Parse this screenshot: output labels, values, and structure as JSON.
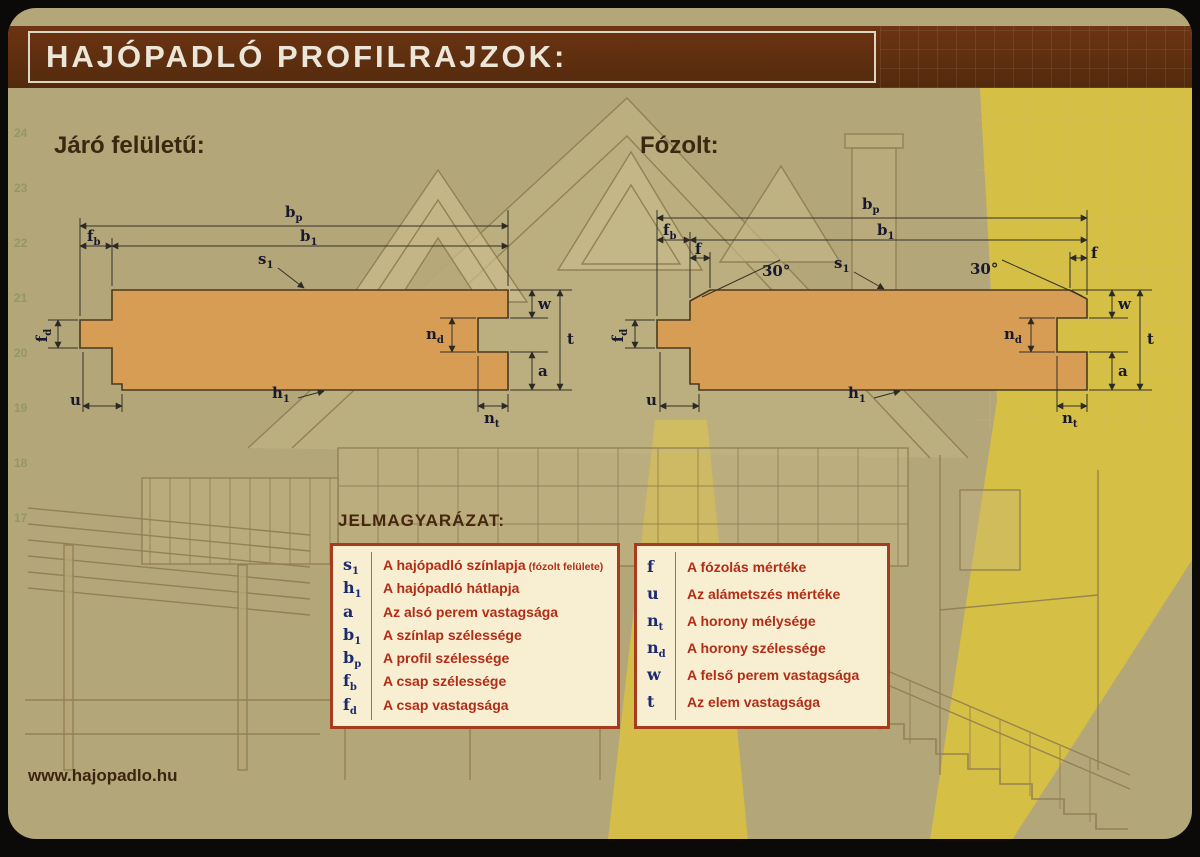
{
  "page": {
    "title": "HAJÓPADLÓ PROFILRAJZOK:"
  },
  "sections": {
    "left_label": "Járó felületű:",
    "right_label": "Fózolt:"
  },
  "diagram": {
    "labels": {
      "bp": {
        "base": "b",
        "sub": "p"
      },
      "b1": {
        "base": "b",
        "sub": "1"
      },
      "fb": {
        "base": "f",
        "sub": "b"
      },
      "fd": {
        "base": "f",
        "sub": "d"
      },
      "s1": {
        "base": "s",
        "sub": "1"
      },
      "h1": {
        "base": "h",
        "sub": "1"
      },
      "nd": {
        "base": "n",
        "sub": "d"
      },
      "nt": {
        "base": "n",
        "sub": "t"
      },
      "u": {
        "base": "u",
        "sub": ""
      },
      "w": {
        "base": "w",
        "sub": ""
      },
      "a": {
        "base": "a",
        "sub": ""
      },
      "t": {
        "base": "t",
        "sub": ""
      },
      "f": {
        "base": "f",
        "sub": ""
      },
      "angle": "30°"
    }
  },
  "legend": {
    "heading": "JELMAGYARÁZAT:",
    "left": [
      {
        "sym": "s",
        "sub": "1",
        "desc": "A hajópadló színlapja",
        "note": "(fózolt felülete)"
      },
      {
        "sym": "h",
        "sub": "1",
        "desc": "A hajópadló hátlapja"
      },
      {
        "sym": "a",
        "sub": "",
        "desc": "Az alsó perem vastagsága"
      },
      {
        "sym": "b",
        "sub": "1",
        "desc": "A színlap szélessége"
      },
      {
        "sym": "b",
        "sub": "p",
        "desc": "A profil szélessége"
      },
      {
        "sym": "f",
        "sub": "b",
        "desc": "A csap szélessége"
      },
      {
        "sym": "f",
        "sub": "d",
        "desc": "A csap vastagsága"
      }
    ],
    "right": [
      {
        "sym": "f",
        "sub": "",
        "desc": "A fózolás mértéke"
      },
      {
        "sym": "u",
        "sub": "",
        "desc": "Az alámetszés mértéke"
      },
      {
        "sym": "n",
        "sub": "t",
        "desc": "A horony mélysége"
      },
      {
        "sym": "n",
        "sub": "d",
        "desc": "A horony szélessége"
      },
      {
        "sym": "w",
        "sub": "",
        "desc": "A felső perem vastagsága"
      },
      {
        "sym": "t",
        "sub": "",
        "desc": "Az elem vastagsága"
      }
    ]
  },
  "footer": {
    "url": "www.hajopadlo.hu"
  },
  "background": {
    "ruler": [
      "24",
      "23",
      "22",
      "21",
      "20",
      "19",
      "18",
      "17"
    ]
  },
  "colors": {
    "header_brown": "#5f2e0f",
    "board_orange": "#d89d54",
    "background_olive": "#b3a679",
    "accent_yellow": "#dcc33c",
    "legend_border": "#a63c1e",
    "legend_background": "#f8efd2",
    "symbol_navy": "#1c2a6e",
    "description_red": "#b22c16"
  }
}
